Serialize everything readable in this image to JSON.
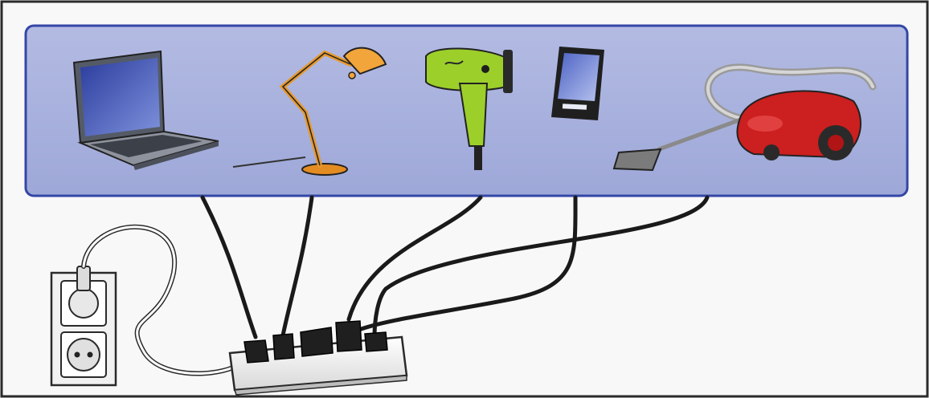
{
  "illustration": {
    "devices": [
      {
        "name": "laptop",
        "icon": "laptop-icon",
        "colors": {
          "screen": "#3b4fb0",
          "body": "#6e7480"
        }
      },
      {
        "name": "desk-lamp",
        "icon": "desk-lamp-icon",
        "colors": {
          "arm": "#e79a2f",
          "shade": "#f2a53a"
        }
      },
      {
        "name": "hair-dryer",
        "icon": "hair-dryer-icon",
        "colors": {
          "body": "#9ccf2a"
        }
      },
      {
        "name": "tablet",
        "icon": "tablet-icon",
        "colors": {
          "screen": "#6e86d6",
          "body": "#1f1f1f"
        }
      },
      {
        "name": "vacuum-cleaner",
        "icon": "vacuum-cleaner-icon",
        "colors": {
          "body": "#cc1f1f",
          "hose": "#b8b8b8"
        }
      }
    ],
    "power_strip": {
      "sockets": 5,
      "plugged_in": 5
    },
    "wall_outlet": {
      "sockets": 2,
      "plugged_in": 1
    },
    "colors": {
      "panel_fill": "#a9b2dd",
      "panel_border": "#3446a6",
      "cable": "#1a1a1a",
      "frame": "#2a2a2a"
    }
  }
}
